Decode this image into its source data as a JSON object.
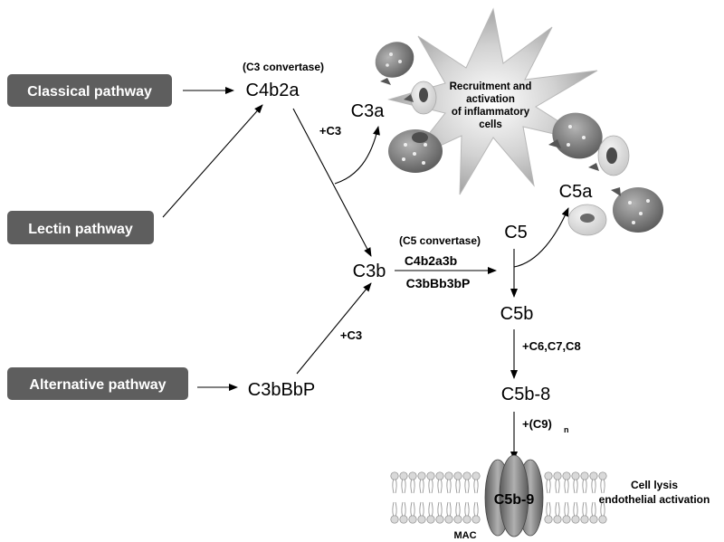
{
  "pathways": {
    "classical": "Classical pathway",
    "lectin": "Lectin  pathway",
    "alternative": "Alternative  pathway"
  },
  "nodes": {
    "c3_convertase_note": "(C3 convertase)",
    "c4b2a": "C4b2a",
    "c3a": "C3a",
    "c3b": "C3b",
    "c3bbbp": "C3bBbP",
    "c5_convertase_note": "(C5 convertase)",
    "c4b2a3b": "C4b2a3b",
    "c3bbb3bp": "C3bBb3bP",
    "c5": "C5",
    "c5a": "C5a",
    "c5b": "C5b",
    "c5b8": "C5b-8",
    "c5b9": "C5b-9",
    "mac": "MAC"
  },
  "edge_labels": {
    "plus_c3_top": "+C3",
    "plus_c3_bottom": "+C3",
    "plus_c678": "+C6,C7,C8",
    "plus_c9": "+(C9)",
    "plus_c9_sub": "n"
  },
  "burst": {
    "line1": "Recruitment and",
    "line2": "activation",
    "line3": "of inflammatory",
    "line4": "cells"
  },
  "outcome": {
    "line1": "Cell lysis",
    "line2": "endothelial activation"
  },
  "colors": {
    "pathway_box": "#5e5e5e",
    "pathway_text": "#ffffff",
    "arrow": "#000000",
    "pore": "#7a7a7a",
    "cell_dark": "#6e6e6e",
    "cell_light": "#dcdcdc"
  }
}
